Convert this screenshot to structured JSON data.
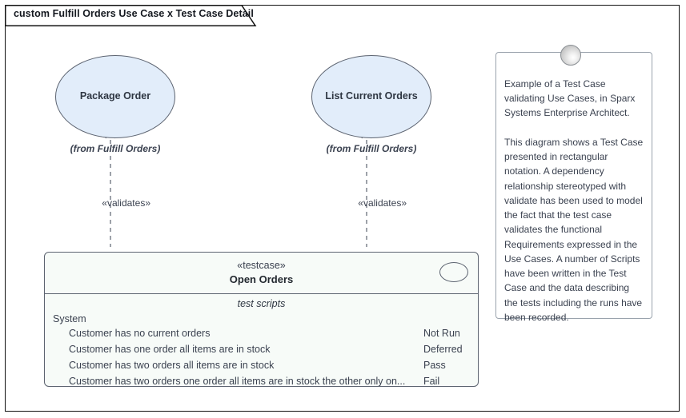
{
  "diagram": {
    "tab_title": "custom Fulfill Orders Use Case x Test Case Detail",
    "colors": {
      "usecase_fill": "#e2edfa",
      "usecase_stroke": "#5c6370",
      "element_fill": "#f7fbf8",
      "element_stroke": "#5c6370",
      "note_stroke": "#9aa3ad",
      "frame_stroke": "#111111",
      "text": "#3b4250"
    }
  },
  "use_cases": [
    {
      "name": "Package Order",
      "from": "(from Fulfill Orders)",
      "connector_label": "«validates»"
    },
    {
      "name": "List Current Orders",
      "from": "(from Fulfill Orders)",
      "connector_label": "«validates»"
    }
  ],
  "test_case": {
    "stereotype": "«testcase»",
    "name": "Open Orders",
    "icon": "usecase-ellipse-icon",
    "compartment_label": "test scripts",
    "group_name": "System",
    "scripts": [
      {
        "name": "Customer has no current orders",
        "status": "Not Run"
      },
      {
        "name": "Customer has one order all items are in stock",
        "status": "Deferred"
      },
      {
        "name": "Customer has two orders all items are in stock",
        "status": "Pass"
      },
      {
        "name": "Customer has two orders one order all items are in stock the other only on...",
        "status": "Fail"
      }
    ]
  },
  "note": {
    "text": "Example of a Test Case validating Use Cases, in Sparx Systems Enterprise Architect.\n\nThis diagram shows a Test Case presented in rectangular notation. A dependency relationship stereotyped with validate has been used to model the fact that the test case validates the functional Requirements expressed in the Use Cases. A number of Scripts have been written in the Test Case and the data describing the tests including the runs have been recorded."
  }
}
